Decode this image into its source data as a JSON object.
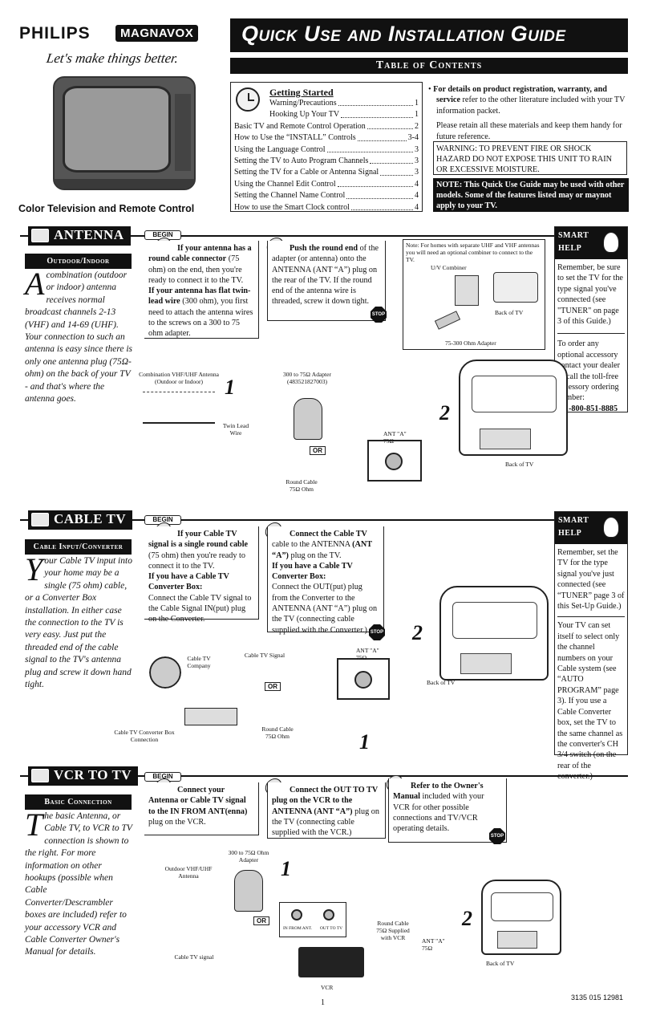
{
  "header": {
    "brand1": "PHILIPS",
    "brand2": "MAGNAVOX",
    "slogan": "Let's make things better.",
    "product": "Color Television and Remote Control",
    "guide_title": "Quick Use and Installation Guide",
    "toc_title": "Table of Contents"
  },
  "toc": {
    "heading": "Getting Started",
    "items": [
      {
        "label": "Warning/Precautions",
        "page": "1",
        "indent": true
      },
      {
        "label": "Hooking Up Your TV",
        "page": "1",
        "indent": true
      },
      {
        "label": "Basic TV and Remote Control Operation",
        "page": "2"
      },
      {
        "label": "How to Use the “INSTALL” Controls",
        "page": "3-4"
      },
      {
        "label": "Using the Language Control",
        "page": "3"
      },
      {
        "label": "Setting the TV to Auto Program Channels",
        "page": "3"
      },
      {
        "label": "Setting the TV for a Cable or Antenna Signal",
        "page": "3"
      },
      {
        "label": "Using the Channel Edit Control",
        "page": "4"
      },
      {
        "label": "Setting the Channel Name Control",
        "page": "4"
      },
      {
        "label": "How to use the Smart Clock control",
        "page": "4"
      }
    ]
  },
  "details": {
    "bold": "For details on product registration, warranty, and service",
    "rest": " refer to the other literature included with your TV information packet.",
    "retain": "Please retain all these materials and keep them handy for future reference.",
    "warning": "WARNING: TO PREVENT FIRE OR SHOCK HAZARD DO NOT EXPOSE THIS UNIT TO RAIN OR EXCESSIVE MOISTURE.",
    "note": "NOTE: This Quick Use Guide may be used with other models. Some of the features listed may or maynot apply to your TV."
  },
  "common": {
    "begin": "BEGIN",
    "stop": "STOP",
    "or": "OR",
    "smart": "SMART",
    "help": "HELP",
    "n1": "1",
    "n2": "2",
    "n3": "3",
    "back_of_tv": "Back of TV",
    "ant_a": "ANT \"A\"",
    "ohm75": "75Ω"
  },
  "antenna": {
    "tag": "ANTENNA",
    "sub": "Outdoor/Indoor",
    "drop": "A",
    "intro": "combination (outdoor or indoor) antenna receives normal broadcast channels 2-13 (VHF) and 14-69 (UHF). Your connection to such an antenna is easy since there is only one antenna plug (75Ω-ohm) on the back of your TV - and that's where the antenna goes.",
    "s1a": "If your antenna has a round cable connector",
    "s1b": " (75 ohm) on the end, then you're ready to connect it to the TV.",
    "s1c": "If your antenna has flat twin-lead wire",
    "s1d": " (300 ohm), you first need to attach the antenna wires to the screws on a 300 to 75 ohm adapter.",
    "s2a": "Push the round end",
    "s2b": " of the adapter (or antenna) onto the ANTENNA (ANT “A”) plug on the rear of the TV.  If the round end of the antenna wire is threaded, screw it down tight.",
    "note": "Note: For homes with separate UHF and VHF antennas you will need an optional combiner to connect to the TV.",
    "combiner": "U/V Combiner",
    "adapter": "75-300 Ohm Adapter",
    "combo": "Combination VHF/UHF Antenna (Outdoor or Indoor)",
    "adapter2": "300 to 75Ω Adapter (483521827003)",
    "twin": "Twin Lead Wire",
    "round": "Round Cable 75Ω Ohm",
    "help1": "Remember, be sure to set the TV for the type signal you've connected (see \"TUNER\" on page 3 of this Guide.)",
    "help2": "To order any optional accessory contact your dealer or call the toll-free accessory ordering number:",
    "phone": "1-800-851-8885"
  },
  "cable": {
    "tag": "CABLE TV",
    "sub": "Cable Input/Converter",
    "drop": "Y",
    "intro": "our Cable TV input into your home may be a single (75 ohm) cable, or a Converter Box installation. In either case the connection to the TV is very easy. Just put the threaded end of the cable signal to the TV's antenna plug and screw it down hand tight.",
    "s1a": "If your Cable TV signal is a single round cable",
    "s1b": " (75 ohm) then you're ready to connect it to the TV.",
    "s1c": "If you have a Cable TV Converter Box:",
    "s1d": "Connect the Cable TV signal to the Cable Signal IN(put) plug on the Converter.",
    "s2a": "Connect the Cable TV",
    "s2b": " cable to the ANTENNA ",
    "s2c": "(ANT “A”)",
    "s2d": " plug on the TV.",
    "s2e": "If you have a Cable TV Converter Box:",
    "s2f": "Connect the OUT(put) plug from the Converter to the ANTENNA  (ANT “A”) plug on the TV (connecting cable supplied with the Converter.)",
    "company": "Cable TV Company",
    "signal": "Cable TV Signal",
    "box": "Cable TV Converter Box Connection",
    "round": "Round Cable 75Ω Ohm",
    "help1": "Remember, set the TV for the type signal you've just connected (see “TUNER” page 3 of this Set-Up Guide.)",
    "help2": "Your TV can set itself to select only the channel numbers on your Cable system (see “AUTO PROGRAM” page 3). If you use a Cable Converter box, set the TV to the same channel as the converter's CH 3/4 switch (on the rear of the converter.)"
  },
  "vcr": {
    "tag": "VCR TO TV",
    "sub": "Basic Connection",
    "drop": "T",
    "intro": "he basic Antenna, or Cable TV, to VCR to TV connection is shown to the right. For more information on other hookups (possible when Cable Converter/Descrambler boxes are included) refer to your accessory VCR and Cable Converter Owner's Manual for details.",
    "s1a": "Connect your Antenna or Cable TV signal to the IN FROM ANT(enna)",
    "s1b": " plug on the VCR.",
    "s2a": "Connect the OUT TO TV plug on the VCR to the ANTENNA (ANT “A”)",
    "s2b": " plug on the TV (connecting cable supplied with the VCR.)",
    "s3a": "Refer to the Owner's Manual",
    "s3b": " included with your VCR for other possible connections and TV/VCR operating details.",
    "adapter": "300 to 75Ω Ohm Adapter",
    "outdoor": "Outdoor VHF/UHF Antenna",
    "in_from": "IN FROM ANT.",
    "out_to": "OUT TO TV",
    "round": "Round Cable 75Ω Supplied with VCR",
    "signal": "Cable TV signal",
    "vcr": "VCR"
  },
  "footer": {
    "page": "1",
    "code": "3135 015 12981"
  }
}
